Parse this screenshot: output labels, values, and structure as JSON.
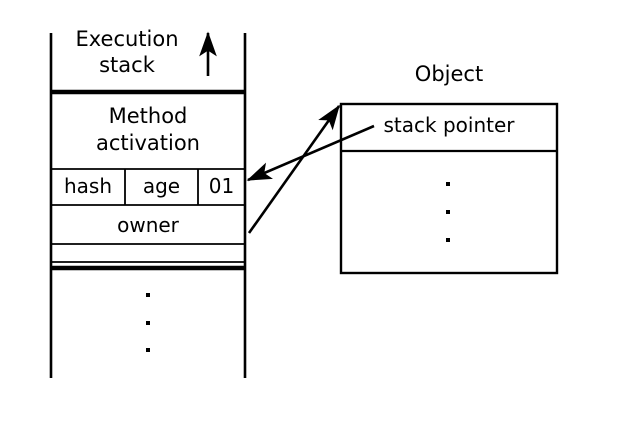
{
  "diagram": {
    "title": "Execution stack and Object with stack pointer",
    "ink_color": "#000000",
    "background": "#ffffff",
    "stack": {
      "caption": "Execution stack",
      "caption_line1": "Execution",
      "caption_line2": "stack",
      "growth_arrow": "up-arrow",
      "frame": {
        "title_line1": "Method",
        "title_line2": "activation",
        "fields_row": [
          {
            "label": "hash"
          },
          {
            "label": "age"
          },
          {
            "label": "01"
          }
        ],
        "owner_row": "owner",
        "blank_row": ""
      },
      "continuation_dots": [
        "·",
        "·",
        "·"
      ]
    },
    "object": {
      "caption": "Object",
      "header_row": "stack pointer",
      "body_dots": [
        "·",
        "·",
        "·"
      ]
    },
    "arrows": [
      {
        "name": "owner-to-object",
        "from": "owner",
        "to": "Object box top-left corner"
      },
      {
        "name": "stackpointer-to-frame",
        "from": "stack pointer",
        "to": "01 field"
      }
    ]
  }
}
